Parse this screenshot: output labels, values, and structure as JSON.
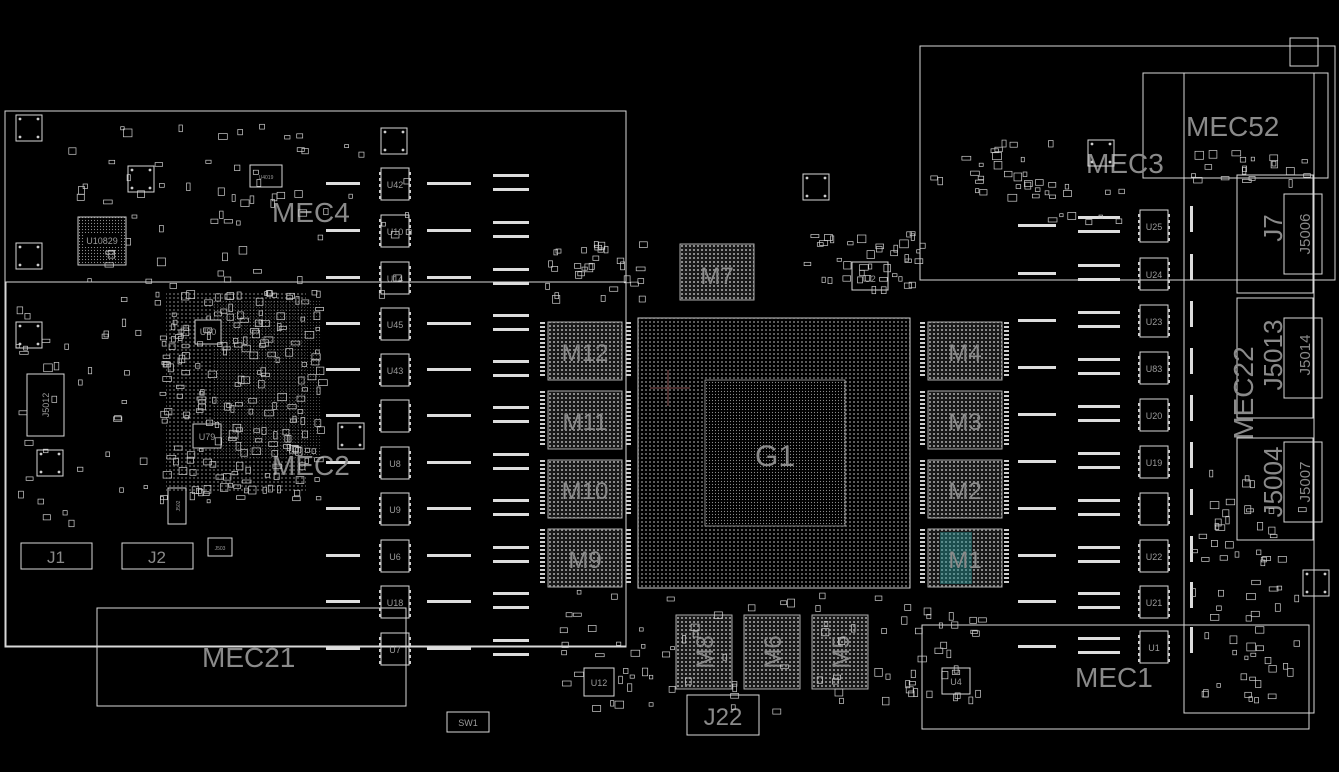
{
  "canvas": {
    "background": "#000000",
    "line_color": "#d8d8d8",
    "label_color": "#8a8a8a",
    "highlight_color": "#1f8f8f"
  },
  "components": {
    "G1": "G1",
    "M1": "M1",
    "M2": "M2",
    "M3": "M3",
    "M4": "M4",
    "M5": "M5",
    "M6": "M6",
    "M7": "M7",
    "M8": "M8",
    "M9": "M9",
    "M10": "M10",
    "M11": "M11",
    "M12": "M12",
    "J1": "J1",
    "J2": "J2",
    "J7": "J7",
    "J22": "J22",
    "J5004": "J5004",
    "J5006": "J5006",
    "J5007": "J5007",
    "J5012": "J5012",
    "J5013": "J5013",
    "J5014": "J5014",
    "J502": "J502",
    "J503": "J503",
    "SW1": "SW1",
    "U1": "U1",
    "U2": "U2",
    "U4": "U4",
    "U6": "U6",
    "U7": "U7",
    "U8": "U8",
    "U9": "U9",
    "U10": "U10",
    "U12": "U12",
    "U14": "U14",
    "U18": "U18",
    "U19": "U19",
    "U20": "U20",
    "U21": "U21",
    "U22": "U22",
    "U23": "U23",
    "U24": "U24",
    "U25": "U25",
    "U42": "U42",
    "U43": "U43",
    "U45": "U45",
    "U79": "U79",
    "U80": "U80",
    "U83": "U83",
    "U4019": "U4019",
    "U10829": "U10829",
    "MEC1": "MEC1",
    "MEC2": "MEC2",
    "MEC3": "MEC3",
    "MEC4": "MEC4",
    "MEC21": "MEC21",
    "MEC22": "MEC22",
    "MEC52": "MEC52"
  }
}
